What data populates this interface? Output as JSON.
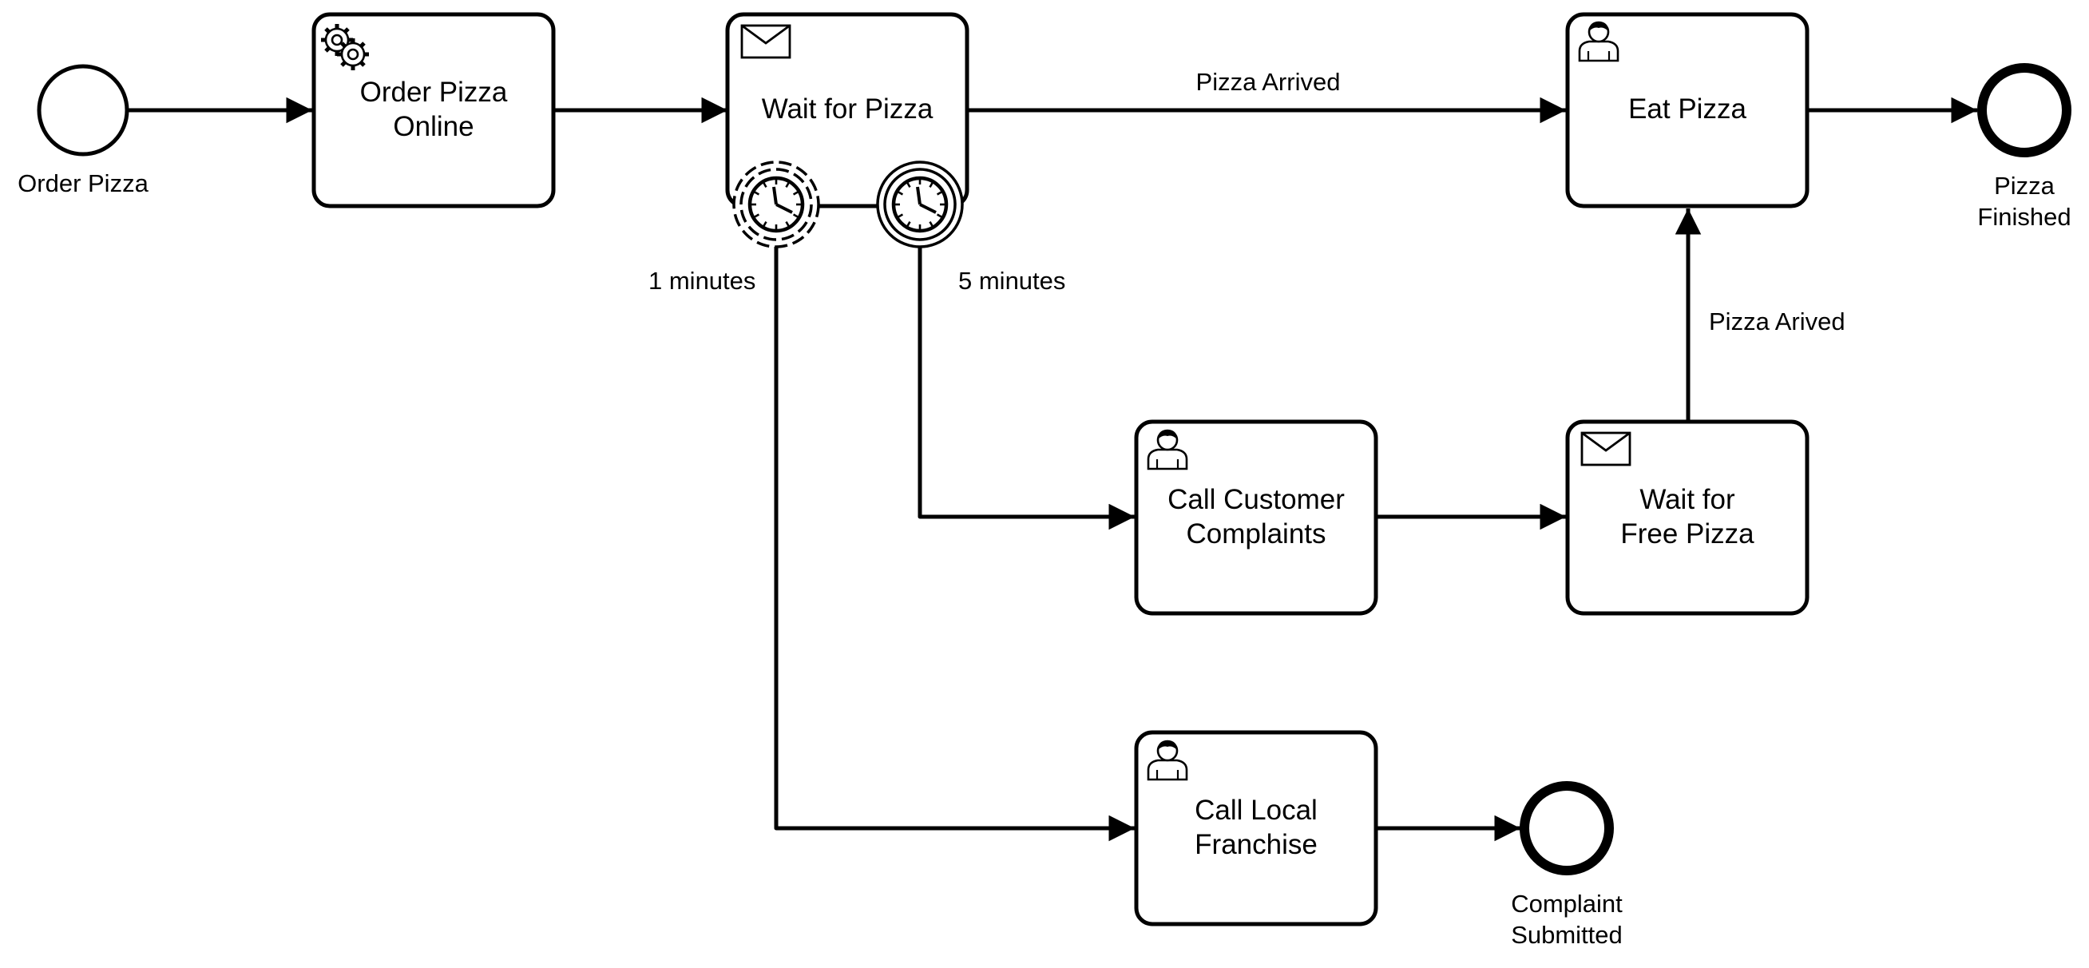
{
  "diagram": {
    "events": {
      "start": {
        "label": "Order Pizza"
      },
      "end_finished": {
        "label_line1": "Pizza",
        "label_line2": "Finished"
      },
      "end_complaint": {
        "label_line1": "Complaint",
        "label_line2": "Submitted"
      }
    },
    "tasks": {
      "order_online": {
        "line1": "Order Pizza",
        "line2": "Online",
        "icon": "gear-icon"
      },
      "wait_pizza": {
        "line1": "Wait for Pizza",
        "icon": "envelope-icon"
      },
      "eat_pizza": {
        "line1": "Eat Pizza",
        "icon": "user-icon"
      },
      "call_complaints": {
        "line1": "Call Customer",
        "line2": "Complaints",
        "icon": "user-icon"
      },
      "wait_free": {
        "line1": "Wait for",
        "line2": "Free Pizza",
        "icon": "envelope-icon"
      },
      "call_franchise": {
        "line1": "Call Local",
        "line2": "Franchise",
        "icon": "user-icon"
      }
    },
    "boundary_events": {
      "timer_1min": {
        "label": "1 minutes",
        "interrupting": false,
        "icon": "clock-icon"
      },
      "timer_5min": {
        "label": "5 minutes",
        "interrupting": true,
        "icon": "clock-icon"
      }
    },
    "flows": {
      "pizza_arrived": {
        "label": "Pizza Arrived"
      },
      "pizza_arived": {
        "label": "Pizza Arived"
      }
    }
  }
}
